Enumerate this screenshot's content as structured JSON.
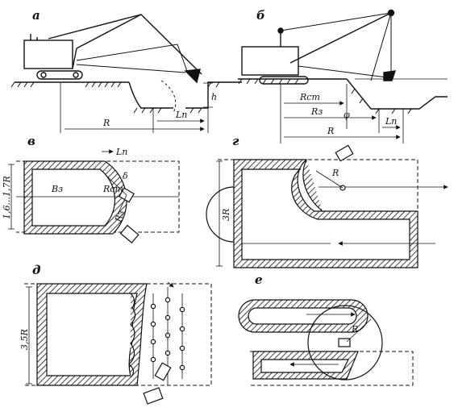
{
  "panels": {
    "a": {
      "letter": "а",
      "labels": {
        "h": "h",
        "L_p": "Lп",
        "R": "R"
      }
    },
    "b": {
      "letter": "б",
      "labels": {
        "R_st": "Rст",
        "phi": "φ",
        "R_z": "Rз",
        "L_p": "Lп",
        "R": "R"
      }
    },
    "v": {
      "letter": "в",
      "labels": {
        "L_p": "Lп",
        "B_z": "Bз",
        "R_st": "Rст",
        "R_z": "Rз",
        "delta": "δ",
        "width": "1,6...1,7R"
      }
    },
    "g": {
      "letter": "г",
      "labels": {
        "R": "R",
        "width": "3R"
      }
    },
    "d": {
      "letter": "д",
      "labels": {
        "width": "3,5R"
      }
    },
    "e": {
      "letter": "е",
      "labels": {
        "R": "R"
      }
    }
  }
}
